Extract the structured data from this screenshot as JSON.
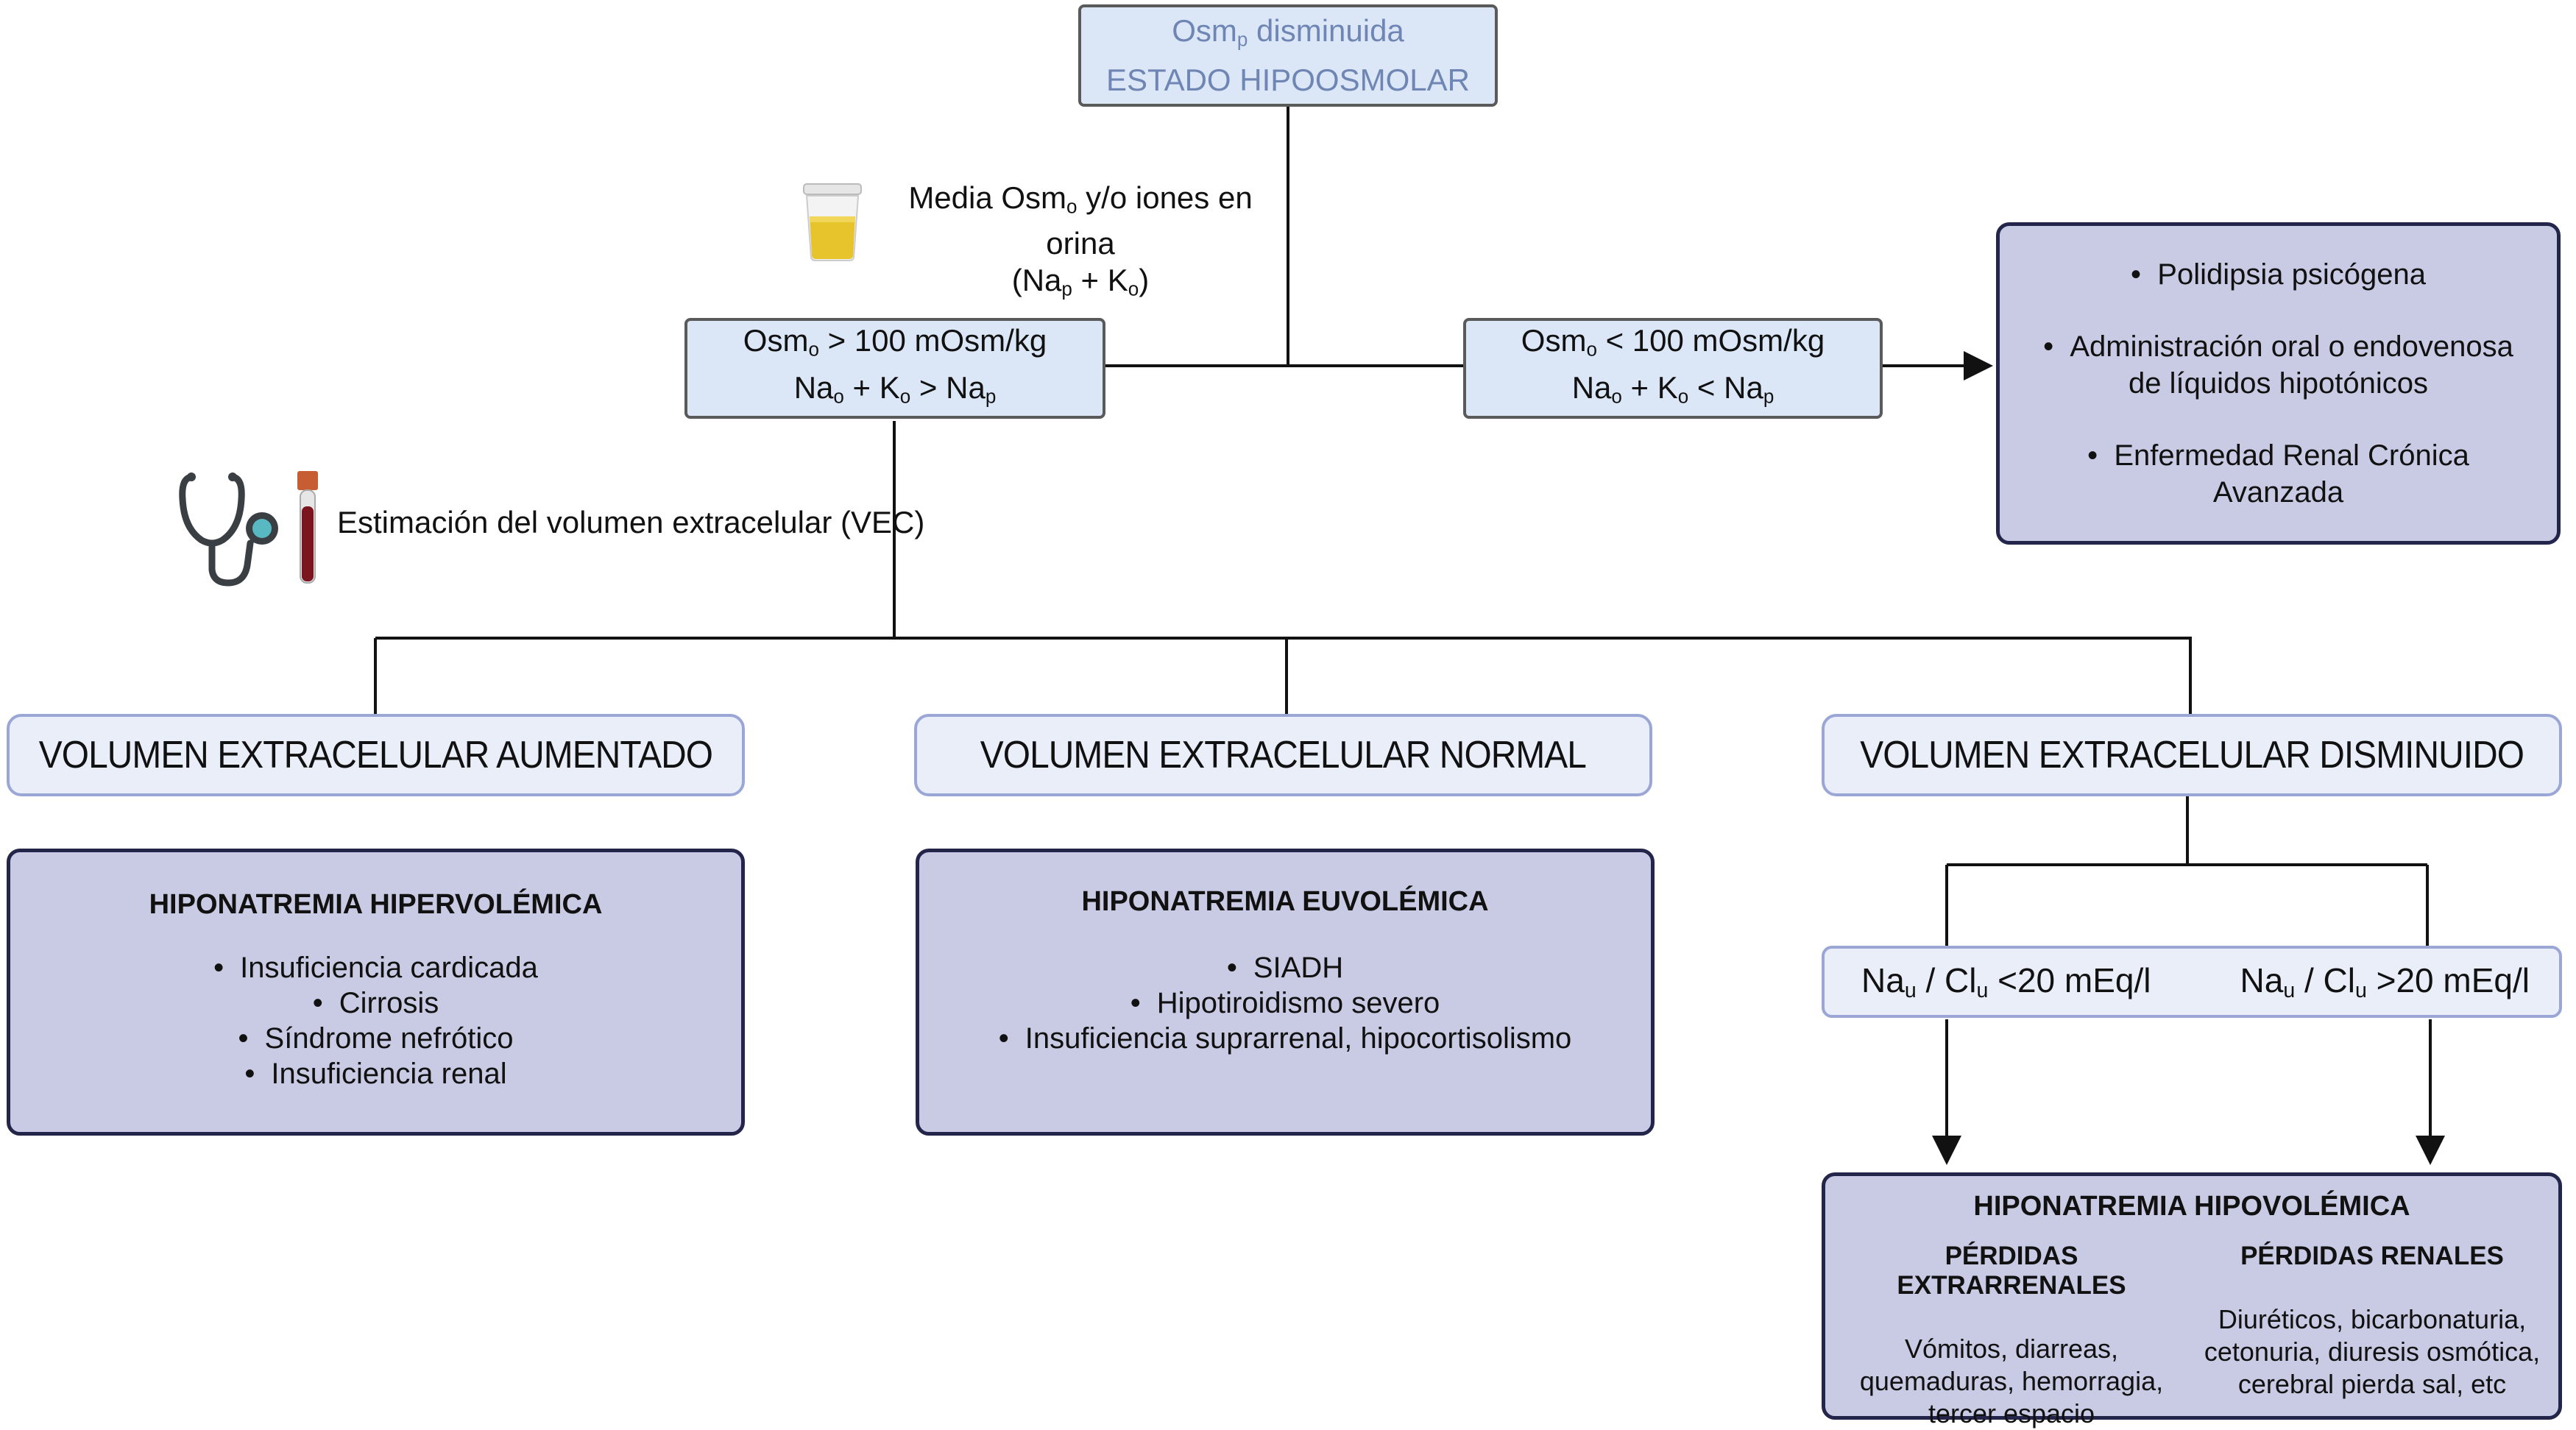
{
  "top_box": {
    "line1_main": "Osm",
    "line1_sub": "p",
    "line1_rest": " disminuida",
    "line2": "ESTADO HIPOOSMOLAR"
  },
  "urine_label": {
    "line1": "Media Osm",
    "line1_sub": "o",
    "line1_rest": " y/o iones en orina",
    "line2": "(Na",
    "line2_sub1": "p",
    "line2_mid": " + K",
    "line2_sub2": "o",
    "line2_end": ")"
  },
  "box_high": {
    "line1": "Osm",
    "line1_sub": "o",
    "line1_rest": " > 100 mOsm/kg",
    "line2a": "Na",
    "line2_sub1": "o",
    "line2b": " + K",
    "line2_sub2": "o",
    "line2c": " > Na",
    "line2_sub3": "p"
  },
  "box_low": {
    "line1": "Osm",
    "line1_sub": "o",
    "line1_rest": " < 100 mOsm/kg",
    "line2a": "Na",
    "line2_sub1": "o",
    "line2b": " + K",
    "line2_sub2": "o",
    "line2c": " < Na",
    "line2_sub3": "p"
  },
  "causes_low": [
    "Polidipsia psicógena",
    "Administración oral o endovenosa de líquidos hipotónicos",
    "Enfermedad Renal Crónica Avanzada"
  ],
  "vec_label": "Estimación del volumen extracelular (VEC)",
  "vol_high": "VOLUMEN EXTRACELULAR AUMENTADO",
  "vol_normal": "VOLUMEN EXTRACELULAR NORMAL",
  "vol_low": "VOLUMEN EXTRACELULAR DISMINUIDO",
  "hyper": {
    "title": "HIPONATREMIA HIPERVOLÉMICA",
    "items": [
      "Insuficiencia cardicada",
      "Cirrosis",
      "Síndrome nefrótico",
      "Insuficiencia renal"
    ]
  },
  "euvo": {
    "title": "HIPONATREMIA EUVOLÉMICA",
    "items": [
      "SIADH",
      "Hipotiroidismo severo",
      "Insuficiencia suprarrenal, hipocortisolismo"
    ]
  },
  "urine_na": {
    "left_a": "Na",
    "left_sub1": "u",
    "left_b": " / Cl",
    "left_sub2": "u",
    "left_c": " <20 mEq/l",
    "right_a": "Na",
    "right_sub1": "u",
    "right_b": " / Cl",
    "right_sub2": "u",
    "right_c": " >20 mEq/l"
  },
  "hypo": {
    "title": "HIPONATREMIA HIPOVOLÉMICA",
    "left_head": "PÉRDIDAS EXTRARRENALES",
    "right_head": "PÉRDIDAS RENALES",
    "left_lines": [
      "Vómitos, diarreas,",
      "quemaduras, hemorragia,",
      "tercer espacio"
    ],
    "right_lines": [
      "Diuréticos, bicarbonaturia,",
      "cetonuria, diuresis osmótica,",
      "cerebral pierda sal, etc"
    ]
  },
  "colors": {
    "light_box": "#dbe7f6",
    "pale_box": "#e9eef9",
    "dark_box": "#c8cbe3",
    "title_text": "#6f86b4"
  }
}
